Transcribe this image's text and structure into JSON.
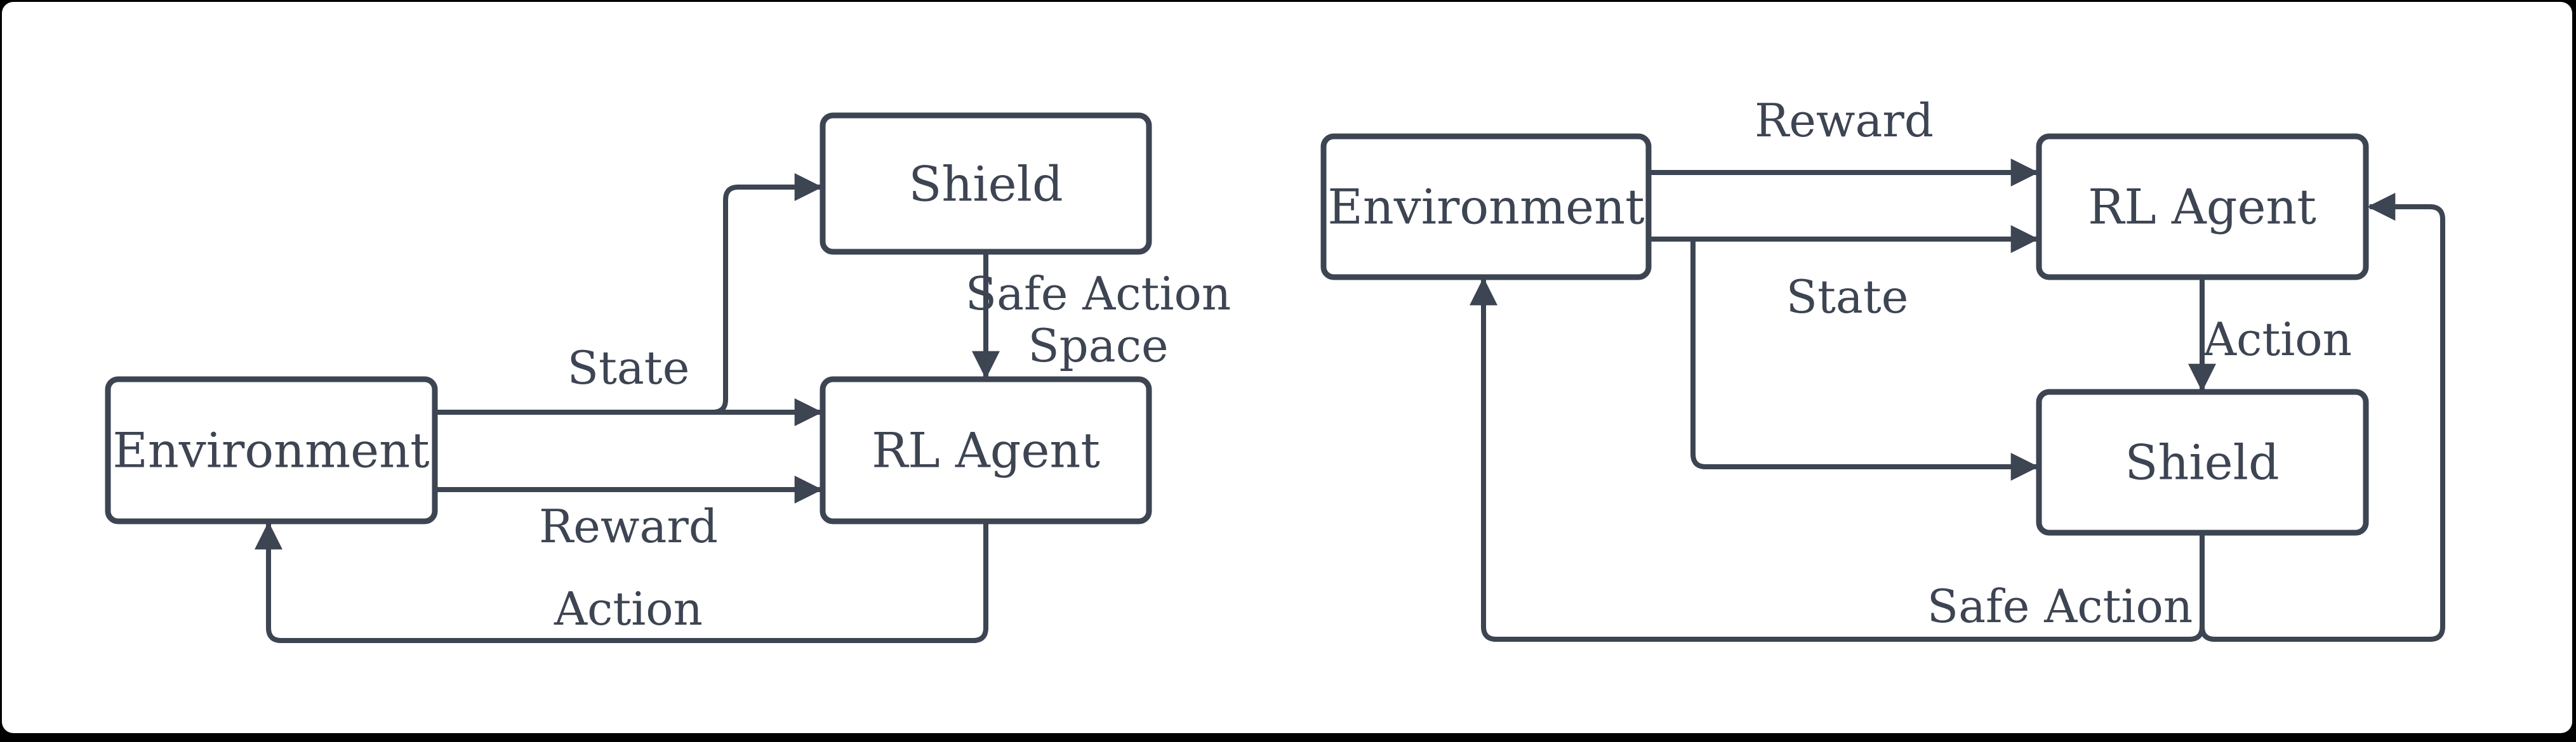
{
  "colors": {
    "frame": "#000000",
    "canvas": "#ffffff",
    "ink": "#3d4452"
  },
  "left_diagram": {
    "nodes": {
      "environment": {
        "label": "Environment"
      },
      "rl_agent": {
        "label": "RL Agent"
      },
      "shield": {
        "label": "Shield"
      }
    },
    "edges": {
      "state": {
        "label": "State"
      },
      "reward": {
        "label": "Reward"
      },
      "safe_action_space": {
        "label_line1": "Safe Action",
        "label_line2": "Space"
      },
      "action": {
        "label": "Action"
      }
    }
  },
  "right_diagram": {
    "nodes": {
      "environment": {
        "label": "Environment"
      },
      "rl_agent": {
        "label": "RL Agent"
      },
      "shield": {
        "label": "Shield"
      }
    },
    "edges": {
      "reward": {
        "label": "Reward"
      },
      "state": {
        "label": "State"
      },
      "action": {
        "label": "Action"
      },
      "safe_action": {
        "label": "Safe Action"
      }
    }
  }
}
